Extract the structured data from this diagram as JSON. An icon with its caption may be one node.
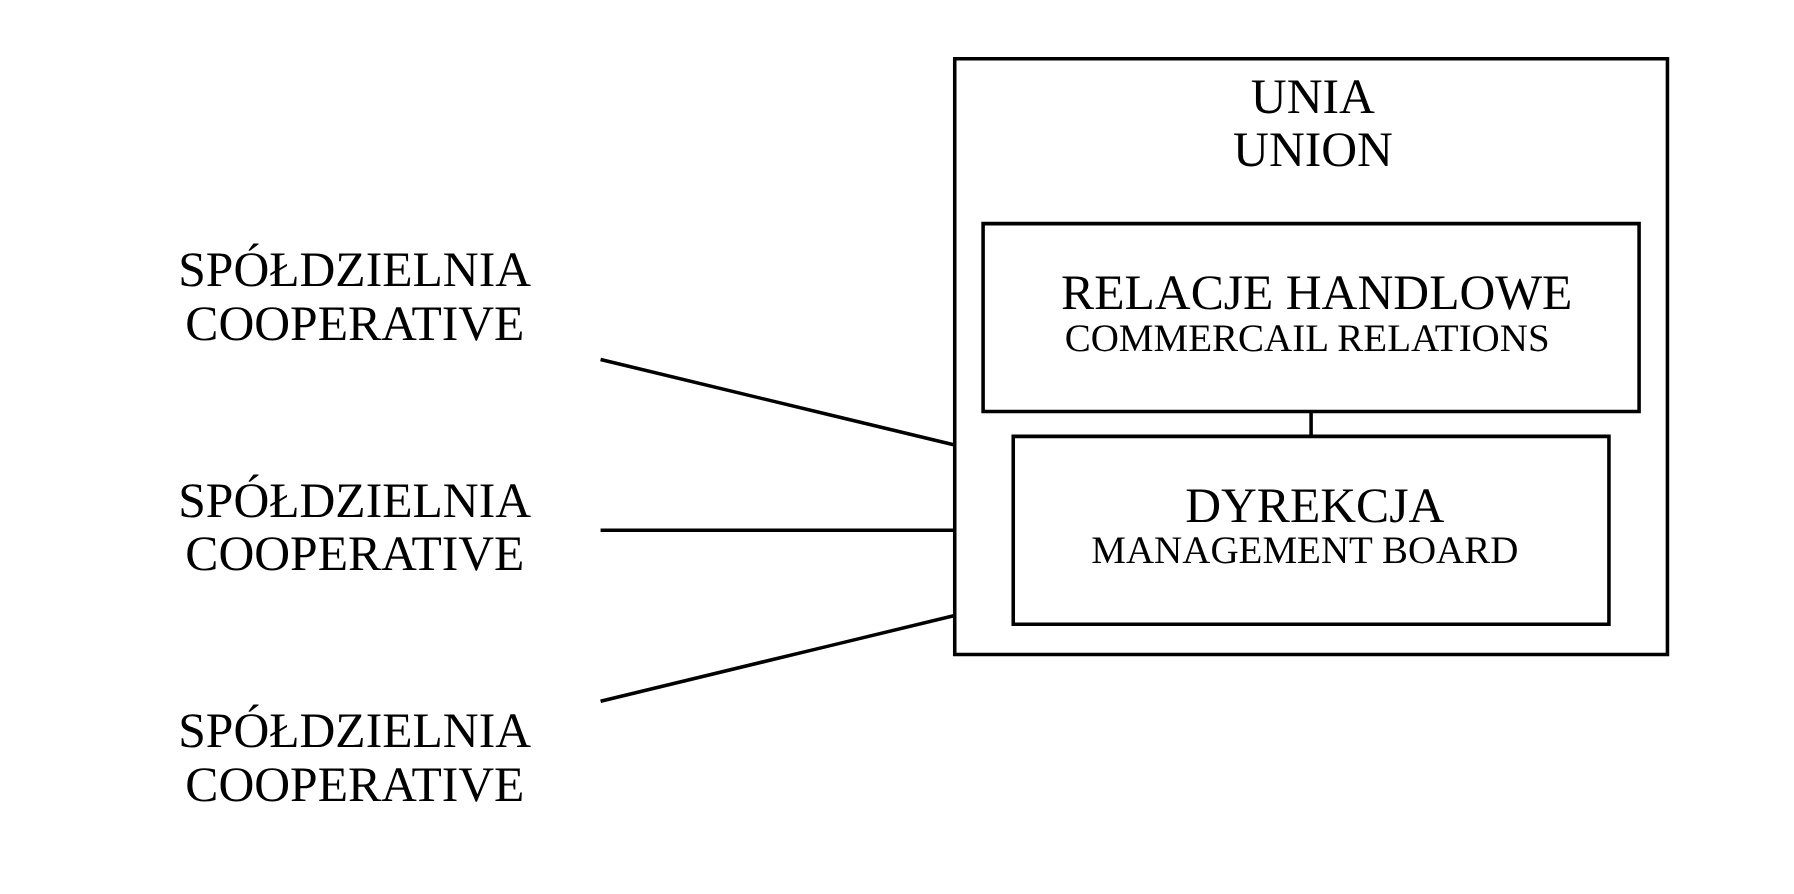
{
  "diagram": {
    "nodes": [
      {
        "text": [
          "SPÓŁDZIELNIA",
          "COOPERATIVE"
        ]
      },
      {
        "text": [
          "SPÓŁDZIELNIA",
          "COOPERATIVE"
        ]
      },
      {
        "text": [
          "SPÓŁDZIELNIA",
          "COOPERATIVE"
        ]
      },
      {
        "text": [
          "UNIA",
          "UNION"
        ]
      },
      {
        "text": [
          "DYREKCJA",
          "MANAGEMENT BOARD"
        ],
        "in": 3
      },
      {
        "text": [
          "RELACJE HANDLOWE",
          "COMMERCAIL RELATIONS"
        ],
        "in": 3
      }
    ],
    "edges": [
      {
        "from": 0,
        "to": 3,
        "arrow": "none"
      },
      {
        "from": 1,
        "to": 3,
        "arrow": "none"
      },
      {
        "from": 2,
        "to": 3,
        "arrow": "none"
      },
      {
        "from": 4,
        "to": 5,
        "arrow": "none"
      }
    ]
  }
}
